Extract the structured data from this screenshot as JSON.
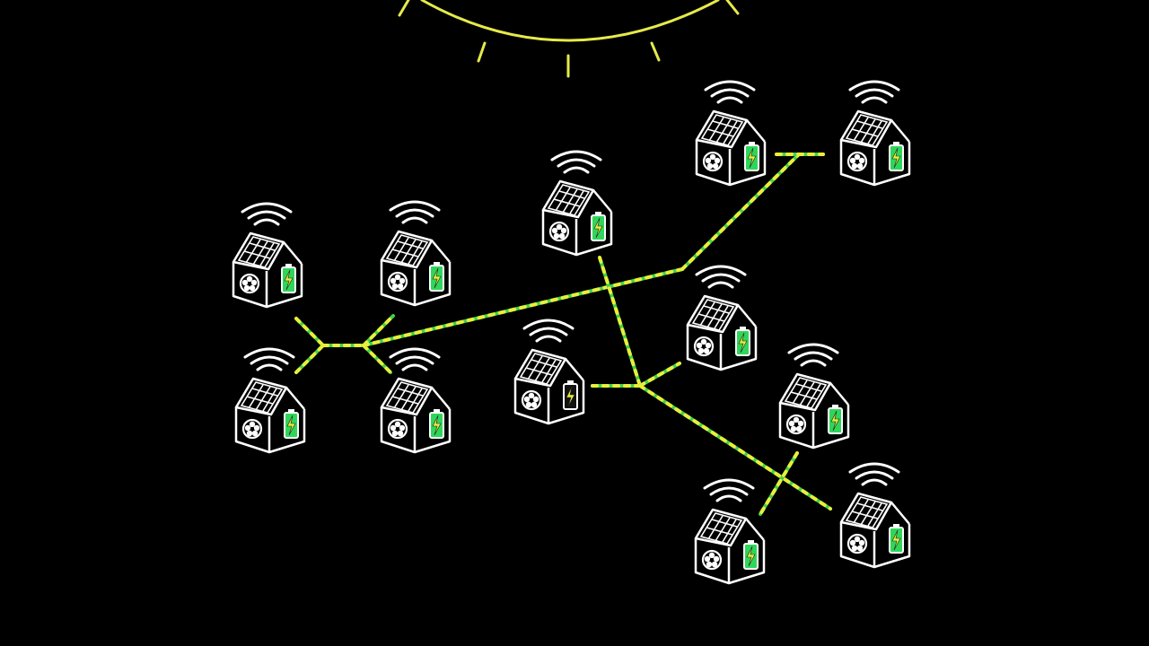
{
  "colors": {
    "background": "#000000",
    "sun": "#e6ea4a",
    "line_base": "#3fcf4f",
    "line_dash": "#e8ef3a",
    "house_outline": "#ffffff",
    "battery_fill": "#2fd65a",
    "battery_fill_low": "#111111",
    "bolt": "#e8ef3a"
  },
  "icons": {
    "sun": "sun-arc-icon",
    "house": "solar-house-icon",
    "wifi": "wifi-icon",
    "battery": "battery-charging-icon",
    "heat_pump": "fan-icon"
  },
  "houses": [
    {
      "id": "house-1",
      "battery_charged": true
    },
    {
      "id": "house-2",
      "battery_charged": true
    },
    {
      "id": "house-3",
      "battery_charged": true
    },
    {
      "id": "house-4",
      "battery_charged": true
    },
    {
      "id": "house-5",
      "battery_charged": true
    },
    {
      "id": "house-6",
      "battery_charged": true
    },
    {
      "id": "house-7",
      "battery_charged": true
    },
    {
      "id": "house-8",
      "battery_charged": true
    },
    {
      "id": "house-9",
      "battery_charged": false
    },
    {
      "id": "house-10",
      "battery_charged": true
    },
    {
      "id": "house-11",
      "battery_charged": true
    },
    {
      "id": "house-12",
      "battery_charged": true
    },
    {
      "id": "house-13",
      "battery_charged": true
    }
  ]
}
